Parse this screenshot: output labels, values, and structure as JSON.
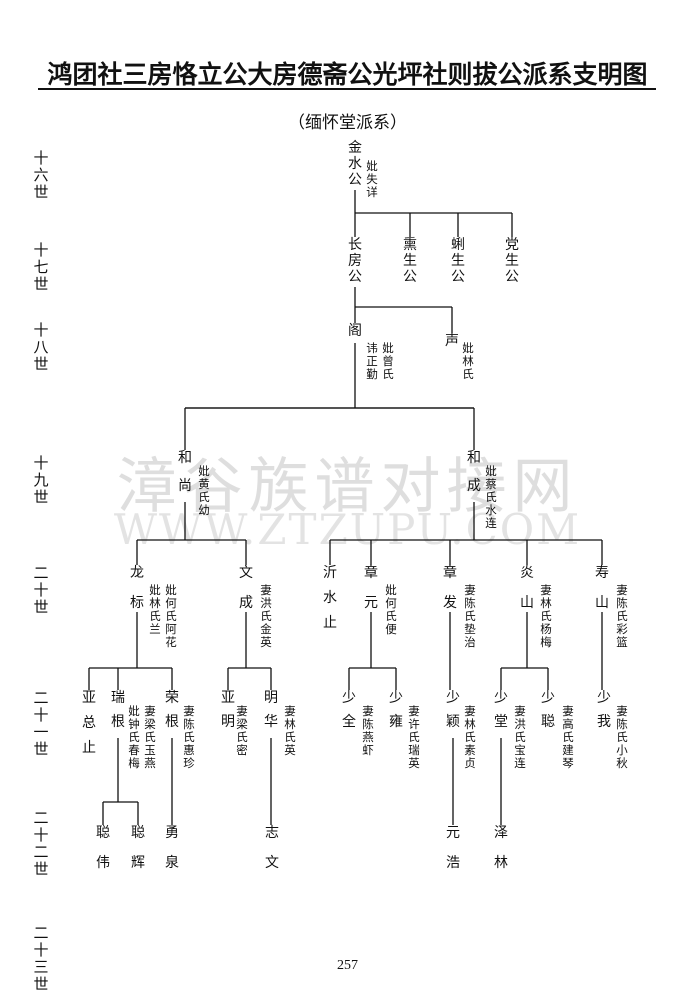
{
  "title": "鸿团社三房恪立公大房德斋公光坪社则拔公派系支明图",
  "subtitle": "（缅怀堂派系）",
  "generations": [
    "十六世",
    "十七世",
    "十八世",
    "十九世",
    "二十世",
    "二十一世",
    "二十二世",
    "二十三世"
  ],
  "watermark": {
    "line1": "漳谷族谱对接网",
    "line2": "WWW.ZTZUPU.COM"
  },
  "page_number": "257",
  "persons": {
    "p16": {
      "name": "金水公",
      "spouse": "妣失详"
    },
    "p17a": {
      "name": "长房公"
    },
    "p17b": {
      "name": "熏生公"
    },
    "p17c": {
      "name": "蜊生公"
    },
    "p17d": {
      "name": "党生公"
    },
    "p18a": {
      "name": "阁",
      "spouse": "妣曾氏",
      "spouse2": "讳正勤"
    },
    "p18b": {
      "name": "声",
      "spouse": "妣林氏"
    },
    "p19a": {
      "name": "和尚",
      "spouse": "妣黄氏幼"
    },
    "p19b": {
      "name": "和成",
      "spouse": "妣蔡氏水连"
    },
    "p20a": {
      "name": "龙标",
      "spouse": "妣何氏阿花",
      "spouse2": "妣林氏兰"
    },
    "p20b": {
      "name": "文成",
      "spouse": "妻洪氏金英"
    },
    "p20c": {
      "name": "沂水止"
    },
    "p20d": {
      "name": "章元",
      "spouse": "妣何氏便"
    },
    "p20e": {
      "name": "章发",
      "spouse": "妻陈氏垫治"
    },
    "p20f": {
      "name": "炎山",
      "spouse": "妻林氏杨梅"
    },
    "p20g": {
      "name": "寿山",
      "spouse": "妻陈氏彩篮"
    },
    "p21a": {
      "name": "亚总止"
    },
    "p21b": {
      "name": "瑞根",
      "spouse": "妻梁氏玉燕",
      "spouse2": "妣钟氏春梅"
    },
    "p21c": {
      "name": "荣根",
      "spouse": "妻陈氏惠珍"
    },
    "p21d": {
      "name": "亚明",
      "spouse": "妻梁氏密"
    },
    "p21e": {
      "name": "明华",
      "spouse": "妻林氏英"
    },
    "p21f": {
      "name": "少全",
      "spouse": "妻陈燕虾"
    },
    "p21g": {
      "name": "少雍",
      "spouse": "妻许氏瑞英"
    },
    "p21h": {
      "name": "少颖",
      "spouse": "妻林氏素贞"
    },
    "p21i": {
      "name": "少堂",
      "spouse": "妻洪氏宝连"
    },
    "p21j": {
      "name": "少聪",
      "spouse": "妻高氏建琴"
    },
    "p21k": {
      "name": "少我",
      "spouse": "妻陈氏小秋"
    },
    "p22a": {
      "name": "聪伟"
    },
    "p22b": {
      "name": "聪辉"
    },
    "p22c": {
      "name": "勇泉"
    },
    "p22d": {
      "name": "志文"
    },
    "p22e": {
      "name": "元浩"
    },
    "p22f": {
      "name": "泽林"
    }
  }
}
